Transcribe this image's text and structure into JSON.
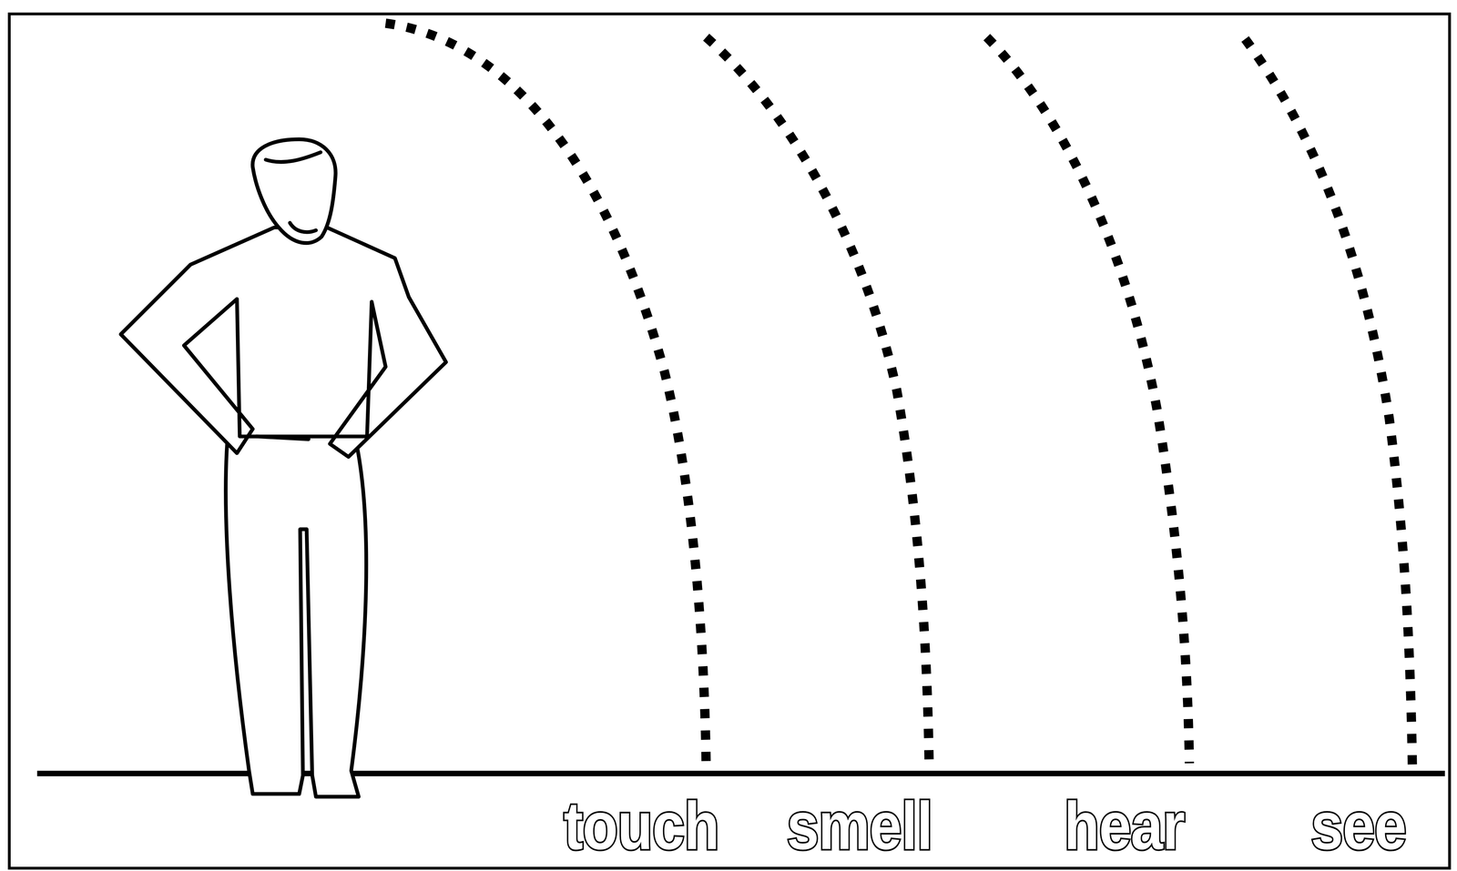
{
  "diagram": {
    "labels": [
      "touch",
      "smell",
      "hear",
      "see"
    ]
  }
}
